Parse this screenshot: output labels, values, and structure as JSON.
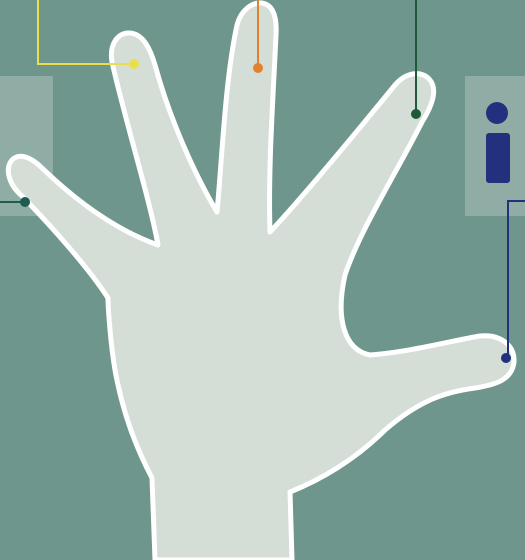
{
  "colors": {
    "background": "#6f968c",
    "hand_fill": "#d4ddd6",
    "hand_outline": "#ffffff",
    "panel": "#a9c1ba",
    "yellow": "#e8de4e",
    "orange": "#e0812e",
    "green": "#1c5a38",
    "teal": "#1e5c52",
    "navy": "#23307e"
  },
  "icons": {
    "info": "info-icon"
  },
  "callouts": [
    {
      "name": "index-finger-marker",
      "color": "yellow"
    },
    {
      "name": "middle-finger-marker",
      "color": "orange"
    },
    {
      "name": "ring-finger-marker",
      "color": "green"
    },
    {
      "name": "pinky-finger-marker",
      "color": "teal"
    },
    {
      "name": "thumb-marker",
      "color": "navy"
    }
  ]
}
